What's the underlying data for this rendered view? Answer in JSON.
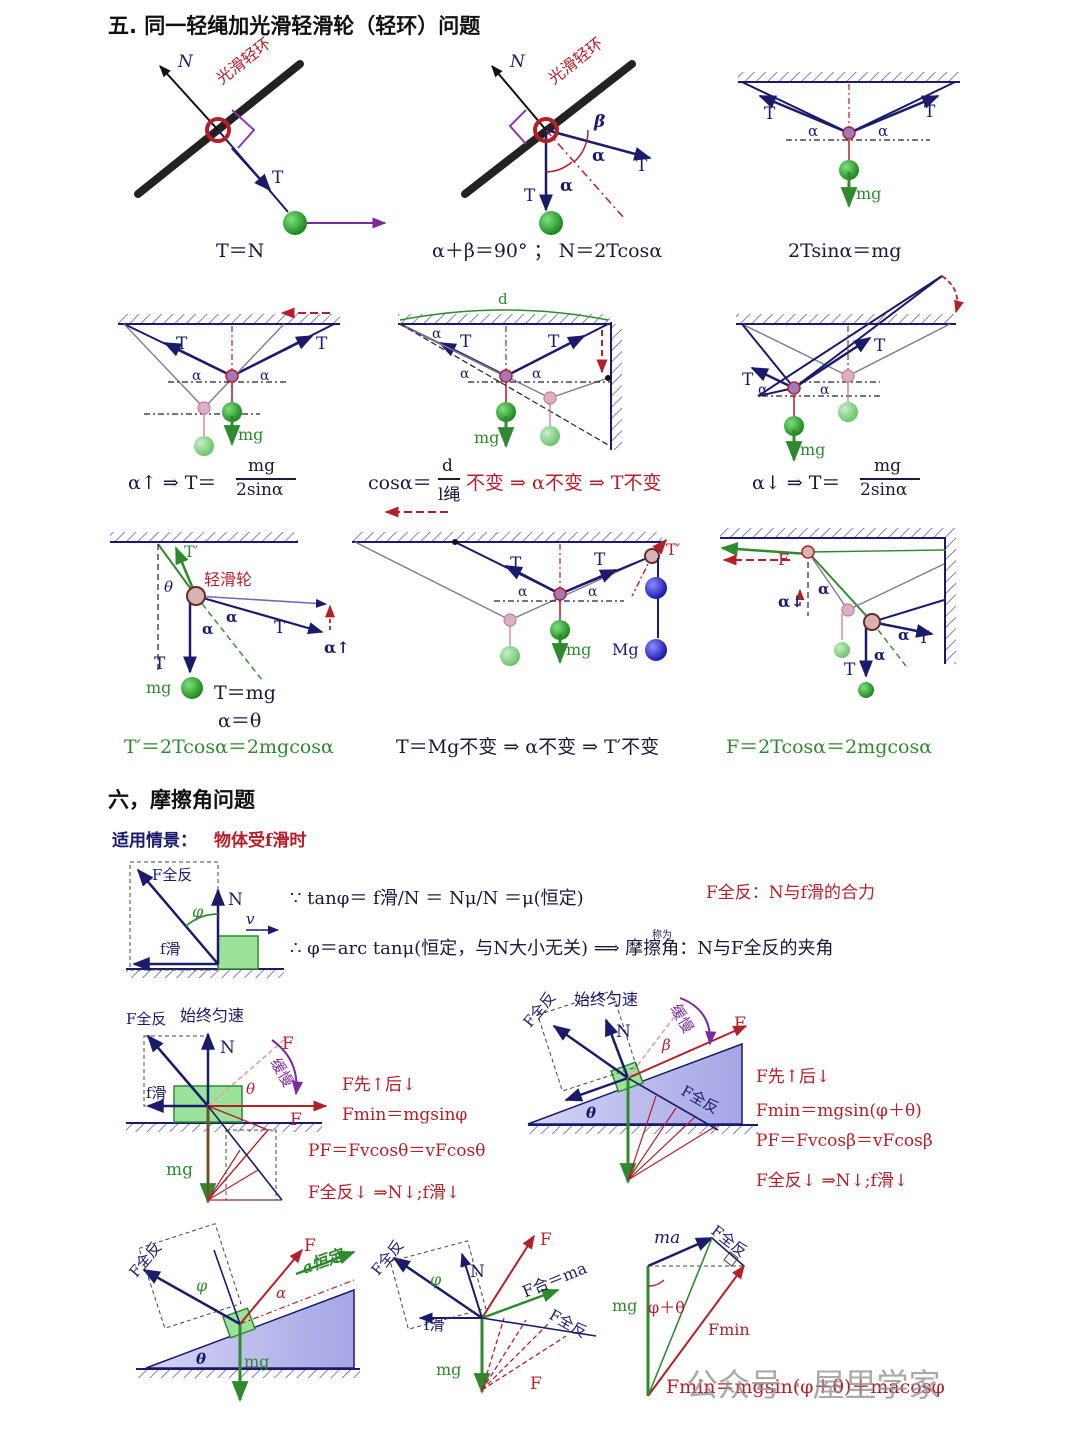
{
  "section5": {
    "title": "五. 同一轻绳加光滑轻滑轮（轻环）问题",
    "d1": {
      "label_n": "N",
      "label_t": "T",
      "ring_label": "光滑轻环",
      "formula": "T＝N"
    },
    "d2": {
      "label_n": "N",
      "label_t": "T",
      "label_beta": "β",
      "label_alpha": "α",
      "ring_label": "光滑轻环",
      "formula": "α＋β＝90°  ；  N＝2Tcosα"
    },
    "d3": {
      "label_t": "T",
      "label_alpha": "α",
      "label_mg": "mg",
      "formula": "2Tsinα＝mg"
    },
    "d4": {
      "label_t": "T",
      "label_alpha": "α",
      "label_mg": "mg",
      "formula_left": "α↑ ⇒ T＝",
      "formula_num": "mg",
      "formula_den": "2sinα"
    },
    "d5": {
      "label_t": "T",
      "label_alpha": "α",
      "label_mg": "mg",
      "label_d": "d",
      "formula": "cosα＝",
      "formula_num": "d",
      "formula_den": "l绳",
      "formula_tail": "不变 ⇒ α不变 ⇒ T不变"
    },
    "d6": {
      "label_t": "T",
      "label_alpha": "α",
      "label_mg": "mg",
      "formula_left": "α↓ ⇒ T＝",
      "formula_num": "mg",
      "formula_den": "2sinα"
    },
    "d7": {
      "label_tp": "T′",
      "label_theta": "θ",
      "label_alpha": "α",
      "label_t": "T",
      "label_mg": "mg",
      "pulley_label": "轻滑轮",
      "alpha_up": "α↑",
      "eq1": "T＝mg",
      "eq2": "α＝θ",
      "formula": "T′＝2Tcosα＝2mgcosα"
    },
    "d8": {
      "label_t": "T",
      "label_tp": "T′",
      "label_alpha": "α",
      "label_mg": "mg",
      "label_Mg": "Mg",
      "formula": "T＝Mg不变 ⇒ α不变 ⇒ T′不变"
    },
    "d9": {
      "label_f": "F",
      "label_alpha": "α",
      "alpha_down": "α↓",
      "label_t": "T",
      "formula": "F＝2Tcosα＝2mgcosα"
    }
  },
  "section6": {
    "title": "六，摩擦角问题",
    "applies_label": "适用情景：",
    "applies_value": "物体受f滑时",
    "e1": {
      "label_ftotal": "F全反",
      "label_n": "N",
      "label_phi": "φ",
      "label_v": "v",
      "label_f": "f滑",
      "eq_line1": "∵ tanφ＝ f滑/N ＝ Nμ/N ＝μ(恒定)",
      "note1": "F全反：N与f滑的合力",
      "eq_line2": "∴ φ＝arc tanμ(恒定，与N大小无关) ⟹ 摩擦角：N与F全反的夹角",
      "arrow_label": "称为"
    },
    "e2": {
      "top_label": "始终匀速",
      "label_ftotal": "F全反",
      "label_n": "N",
      "label_f": "F",
      "label_theta": "θ",
      "label_fs": "f滑",
      "label_mg": "mg",
      "label_slow": "缓慢",
      "lines": [
        "F先↑后↓",
        "Fmin＝mgsinφ",
        "PF＝Fvcosθ＝vFcosθ",
        "F全反↓ ⇒N↓;f滑↓"
      ]
    },
    "e3": {
      "top_label": "始终匀速",
      "label_ftotal": "F全反",
      "label_n": "N",
      "label_f": "F",
      "label_beta": "β",
      "label_theta": "θ",
      "label_slow": "缓慢",
      "lines": [
        "F先↑后↓",
        "Fmin＝mgsin(φ＋θ)",
        "PF＝Fvcosβ＝vFcosβ",
        "F全反↓ ⇒N↓;f滑↓"
      ]
    },
    "e4": {
      "label_ftotal": "F全反",
      "label_f": "F",
      "label_a": "a恒定",
      "label_alpha": "α",
      "label_theta": "θ",
      "label_mg": "mg",
      "label_phi": "φ"
    },
    "e5": {
      "label_ftotal": "F全反",
      "label_n": "N",
      "label_f": "F",
      "label_fs": "f滑",
      "label_mg": "mg",
      "label_fh": "F合＝ma",
      "label_phi": "φ"
    },
    "e6": {
      "label_ma": "ma",
      "label_ftotal": "F全反",
      "label_mg": "mg",
      "label_angle": "φ＋θ",
      "label_fmin": "Fmin",
      "formula": "Fmin＝mgsin(φ＋θ)＋macosφ"
    }
  },
  "watermark": "公众号 · 屋里学家",
  "colors": {
    "navy": "#1b1b6b",
    "red": "#b3202a",
    "green": "#2f8a2f",
    "purple": "#6a2c8c",
    "ball": "#2aa02a"
  }
}
